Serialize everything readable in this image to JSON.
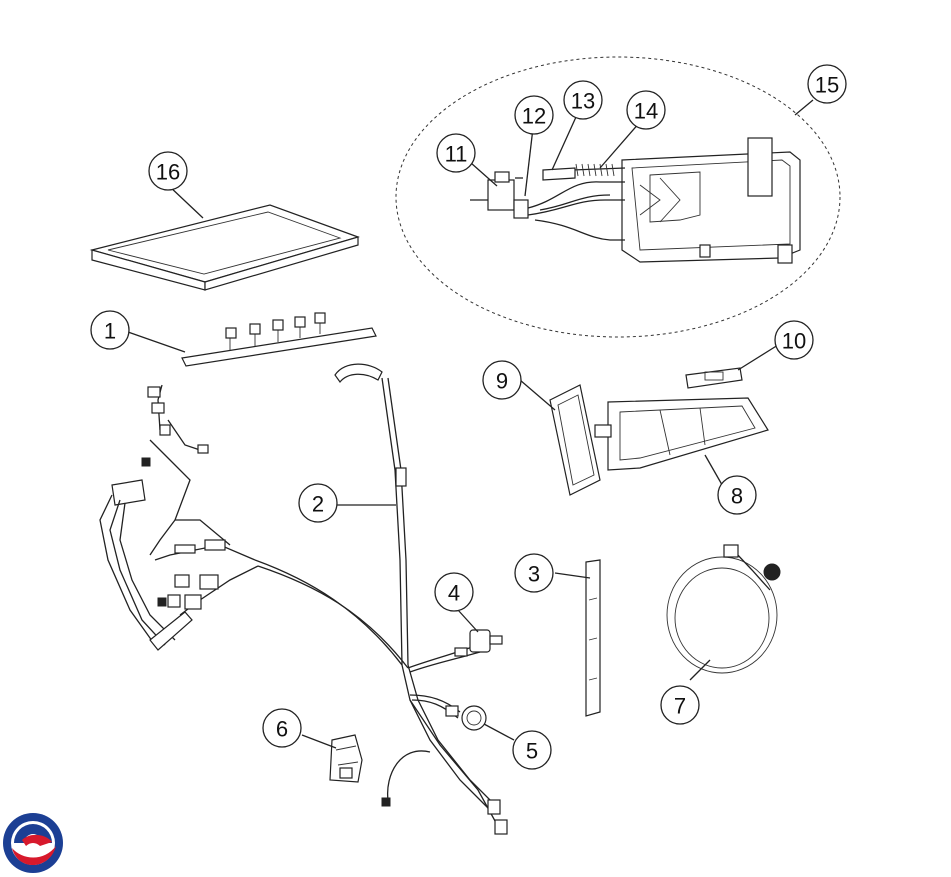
{
  "diagram": {
    "callouts": [
      {
        "id": "c1",
        "label": "1"
      },
      {
        "id": "c2",
        "label": "2"
      },
      {
        "id": "c3",
        "label": "3"
      },
      {
        "id": "c4",
        "label": "4"
      },
      {
        "id": "c5",
        "label": "5"
      },
      {
        "id": "c6",
        "label": "6"
      },
      {
        "id": "c7",
        "label": "7"
      },
      {
        "id": "c8",
        "label": "8"
      },
      {
        "id": "c9",
        "label": "9"
      },
      {
        "id": "c10",
        "label": "10"
      },
      {
        "id": "c11",
        "label": "11"
      },
      {
        "id": "c12",
        "label": "12"
      },
      {
        "id": "c13",
        "label": "13"
      },
      {
        "id": "c14",
        "label": "14"
      },
      {
        "id": "c15",
        "label": "15"
      },
      {
        "id": "c16",
        "label": "16"
      }
    ],
    "logo": {
      "colors": [
        "#1c3f94",
        "#d7192c"
      ]
    }
  }
}
